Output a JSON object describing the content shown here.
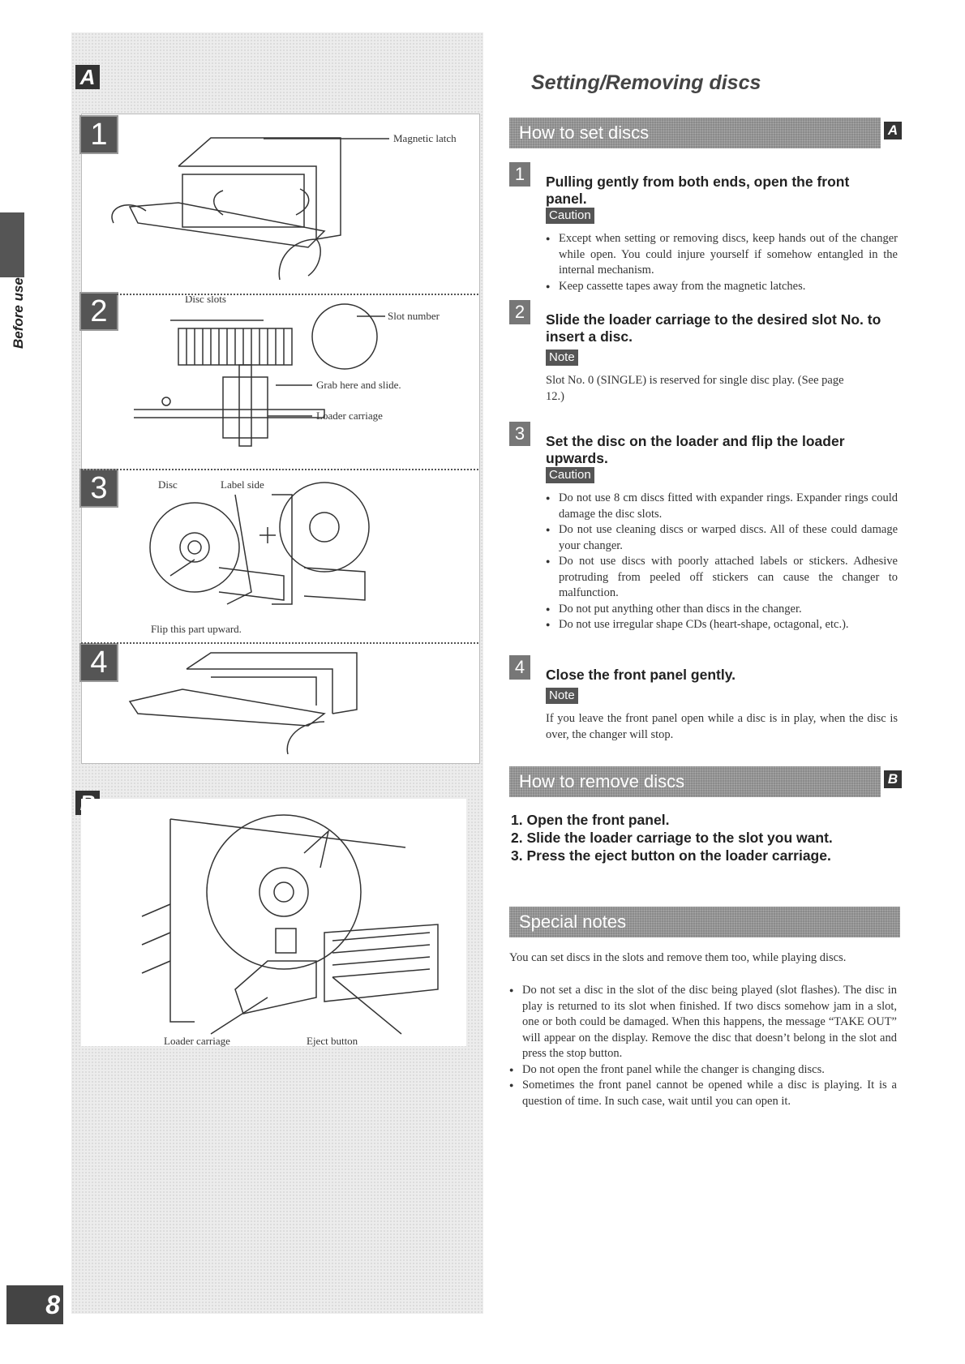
{
  "side_tab": {
    "label": "Before use"
  },
  "page_number": "8",
  "left": {
    "section_a_letter": "A",
    "section_b_letter": "B",
    "steps": [
      {
        "number": "1",
        "captions": [
          "Magnetic latch"
        ]
      },
      {
        "number": "2",
        "captions": [
          "Disc slots",
          "Slot number",
          "Grab here and slide.",
          "Loader carriage"
        ]
      },
      {
        "number": "3",
        "captions": [
          "Disc",
          "Label side",
          "Flip this part upward."
        ]
      },
      {
        "number": "4",
        "captions": []
      }
    ],
    "b_captions": [
      "Loader carriage",
      "Eject button"
    ]
  },
  "right": {
    "title": "Setting/Removing discs",
    "set_section": {
      "bar_label": "How to set discs",
      "bar_letter": "A",
      "steps": [
        {
          "number": "1",
          "heading": "Pulling gently from both ends, open the front panel.",
          "tag": "Caution",
          "bullets": [
            "Except when setting or removing discs, keep hands out of the changer while open. You could injure yourself if somehow entangled in the internal mechanism.",
            "Keep cassette tapes away from the magnetic latches."
          ]
        },
        {
          "number": "2",
          "heading": "Slide the loader carriage to the desired slot No. to insert a disc.",
          "tag": "Note",
          "text": "Slot No. 0 (SINGLE) is reserved for single disc play. (See page 12.)"
        },
        {
          "number": "3",
          "heading": "Set the disc on the loader and flip the loader upwards.",
          "tag": "Caution",
          "bullets": [
            "Do not use 8 cm discs fitted with expander rings. Expander rings could damage the disc slots.",
            "Do not use cleaning discs or warped discs. All of these could damage your changer.",
            "Do not use discs with poorly attached labels or stickers. Adhesive protruding from peeled off stickers can cause the changer to malfunction.",
            "Do not put anything other than discs in the changer.",
            "Do not use irregular shape CDs (heart-shape, octagonal, etc.)."
          ]
        },
        {
          "number": "4",
          "heading": "Close the front panel gently.",
          "tag": "Note",
          "text": "If you leave the front panel open while a disc is in play, when the disc is over, the changer will stop."
        }
      ]
    },
    "remove_section": {
      "bar_label": "How to remove discs",
      "bar_letter": "B",
      "steps": [
        "1. Open the front panel.",
        "2. Slide the loader carriage to the slot you want.",
        "3. Press the eject button on the loader carriage."
      ]
    },
    "special_notes": {
      "bar_label": "Special notes",
      "intro": "You can set discs in the slots and remove them too, while playing discs.",
      "bullets": [
        "Do not set a disc in the slot of the disc being played (slot flashes). The disc in play is returned to its slot when finished. If two discs somehow jam in a slot, one or both could be damaged. When this happens, the message “TAKE OUT” will appear on the display. Remove the disc that doesn’t belong in the slot and press the stop button.",
        "Do not open the front panel while the changer is changing discs.",
        "Sometimes the front panel cannot be opened while a disc is playing. It is a question of time. In such case, wait until you can open it."
      ]
    }
  }
}
